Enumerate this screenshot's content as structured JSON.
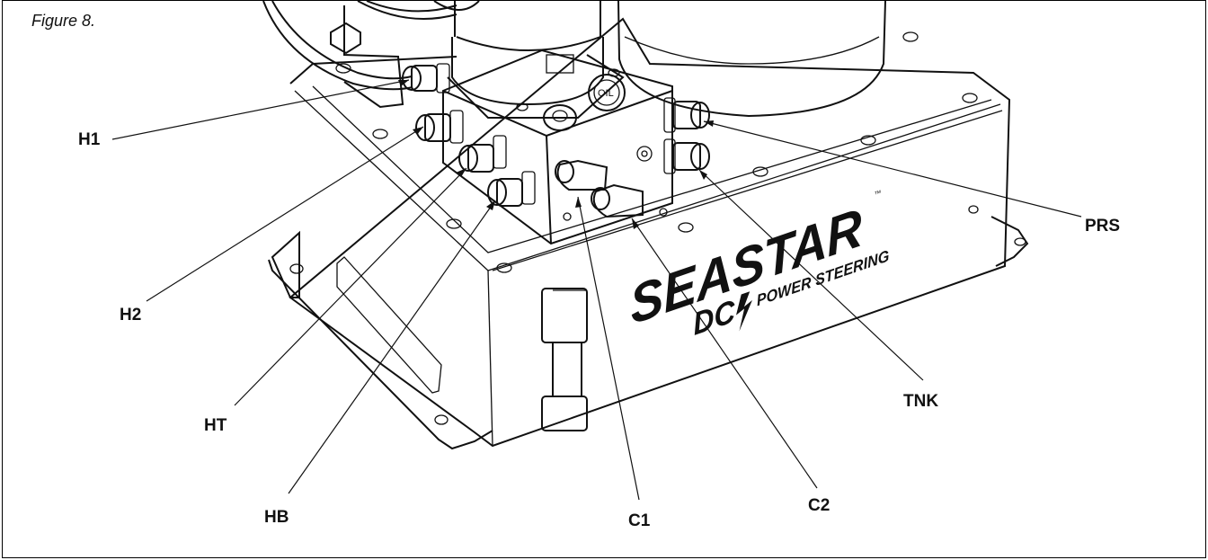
{
  "figure": {
    "title": "Figure 8."
  },
  "logo": {
    "brand": "SEASTAR",
    "tm": "™",
    "sub_dc": "DC",
    "sub_tag": "POWER STEERING",
    "oil_cap": "OIL"
  },
  "callouts": {
    "h1": "H1",
    "h2": "H2",
    "ht": "HT",
    "hb": "HB",
    "c1": "C1",
    "c2": "C2",
    "tnk": "TNK",
    "prs": "PRS"
  }
}
